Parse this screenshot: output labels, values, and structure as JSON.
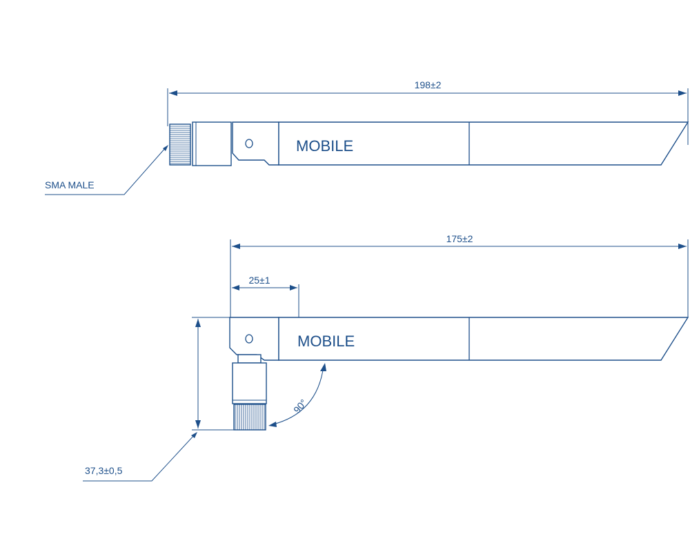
{
  "dimensions": {
    "length_straight": "198±2",
    "length_bent": "175±2",
    "hinge_offset": "25±1",
    "connector_height": "37,3±0,5",
    "bend_angle": "90°"
  },
  "labels": {
    "connector_type": "SMA MALE",
    "brand_top": "MOBILE",
    "brand_bottom": "MOBILE"
  },
  "colors": {
    "line": "#1d4f8a",
    "background": "#ffffff"
  }
}
